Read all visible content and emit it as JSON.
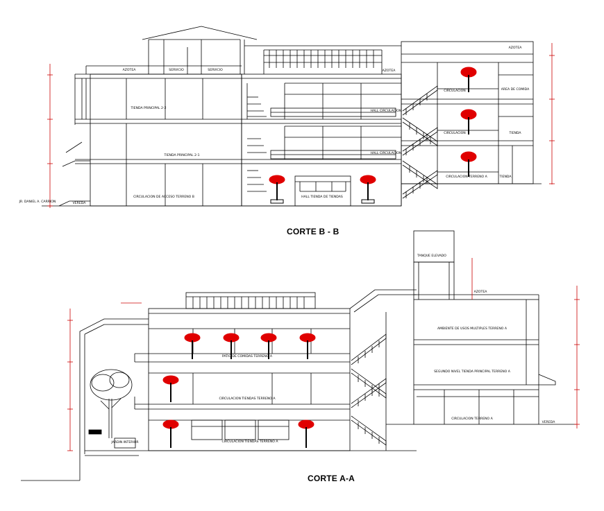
{
  "colors": {
    "line": "#000000",
    "plant": "#e00000",
    "dimension": "#cc0000",
    "background": "#ffffff"
  },
  "section_bb": {
    "title": "CORTE B - B",
    "labels": {
      "azotea_left": "AZOTEA",
      "servicio_1": "SERVICIO",
      "servicio_2": "SERVICIO",
      "azotea_mid": "AZOTEA",
      "azotea_right": "AZOTEA",
      "tienda_principal_2": "TIENDA PRINCIPAL 2-2",
      "tienda_principal_1": "TIENDA PRINCIPAL 2-1",
      "circulacion_acceso": "CIRCULACION DE ACCESO TERRENO B",
      "hall_circulacion_top": "HALL CIRCULACION",
      "hall_circulacion_mid": "HALL CIRCULACION",
      "hall_tienda": "HALL TIENDA DE TIENDAS",
      "circulacion_r1": "CIRCULACION",
      "circulacion_r2": "CIRCULACION",
      "circulacion_r3": "CIRCULACION TERRENO A",
      "area_de_comida": "AREA DE COMIDA",
      "tienda_r": "TIENDA",
      "tienda_r2": "TIENDA",
      "street": "JR. DANIEL A. CARRION",
      "vereda": "VEREDA"
    }
  },
  "section_aa": {
    "title": "CORTE A-A",
    "labels": {
      "tanque_elevado": "TANQUE ELEVADO",
      "azotea": "AZOTEA",
      "ambiente_usos": "AMBIENTE DE USOS MULTIPLES TERRENO A",
      "segundo_nivel": "SEGUNDO NIVEL TIENDA PRINCIPAL TERRENO A",
      "circulacion_r": "CIRCULACION TERRENO A",
      "patio_comidas": "PATIO DE COMIDAS TERRENO A",
      "circulacion_tiendas_2": "CIRCULACION TIENDAS TERRENO A",
      "circulacion_tiendas_1": "CIRCULACION TIENDAS TERRENO A",
      "jardin": "JARDIN INTERIOR",
      "vereda": "VEREDA"
    }
  }
}
